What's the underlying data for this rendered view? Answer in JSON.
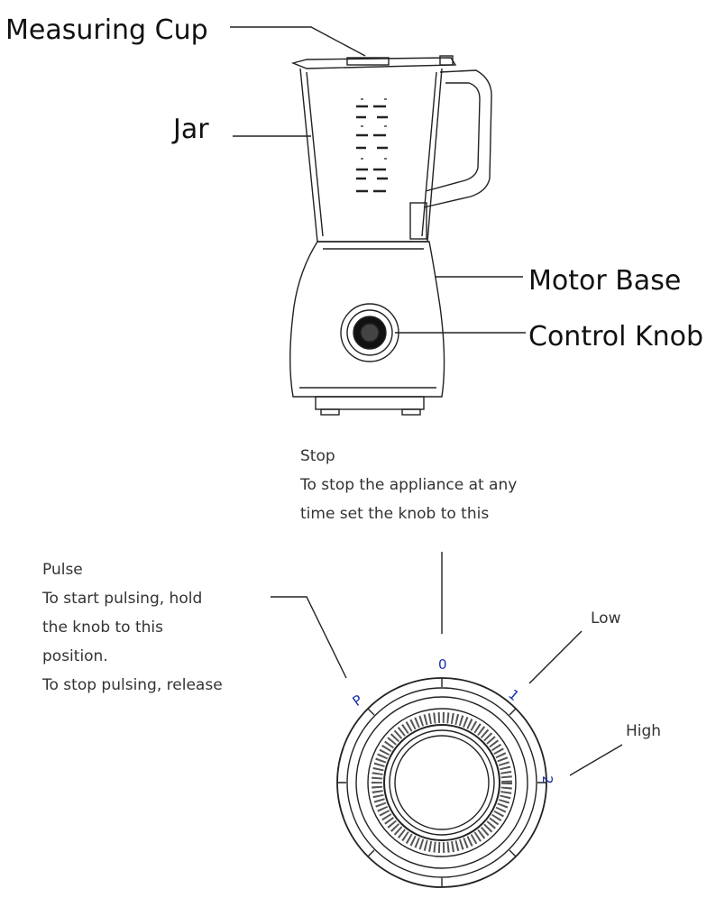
{
  "blender": {
    "labels": {
      "measuring_cup": "Measuring Cup",
      "jar": "Jar",
      "motor_base": "Motor Base",
      "control_knob": "Control Knob"
    }
  },
  "knob_diagram": {
    "stop": {
      "title": "Stop",
      "line1": "To stop the appliance at any",
      "line2": "time set the knob to this"
    },
    "pulse": {
      "title": "Pulse",
      "line1": "To start pulsing, hold",
      "line2": "the knob to this",
      "line3": "position.",
      "line4": "To stop pulsing, release"
    },
    "low": "Low",
    "high": "High",
    "marks": {
      "p": "P",
      "zero": "0",
      "one": "1",
      "two": "2"
    }
  }
}
